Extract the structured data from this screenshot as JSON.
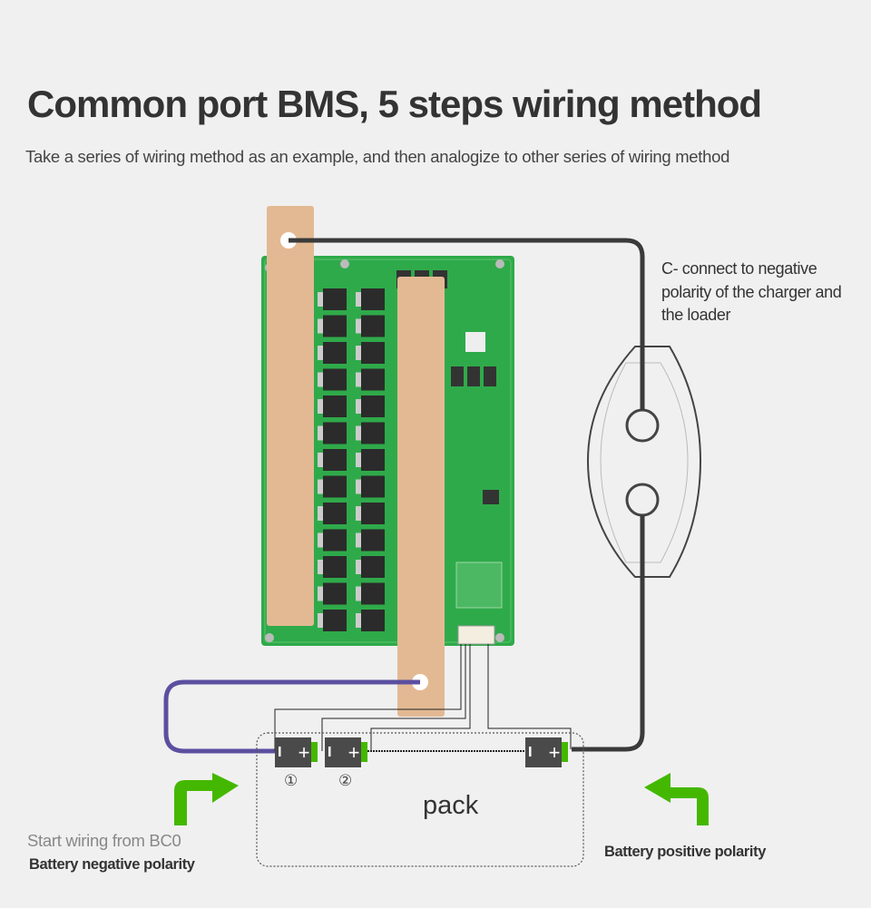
{
  "header": {
    "title": "Common port BMS, 5 steps wiring method",
    "subtitle": "Take a series of wiring method as an example, and then analogize to other series of wiring method"
  },
  "diagram": {
    "charger_note": "C- connect to negative polarity of the charger and the loader",
    "pack_label": "pack",
    "cell_labels": [
      "①",
      "②"
    ],
    "start_note": "Start wiring from BC0",
    "negative_label": "Battery negative polarity",
    "positive_label": "Battery positive polarity",
    "cell_symbols": {
      "minus": "-",
      "plus": "+"
    }
  },
  "colors": {
    "background": "#f0f0f0",
    "pcb_green": "#2faa4a",
    "copper": "#e3b993",
    "negative_wire": "#5b4fa0",
    "main_wire": "#3a3a3a",
    "arrow_green": "#44b800",
    "cell": "#4a4a4a"
  }
}
